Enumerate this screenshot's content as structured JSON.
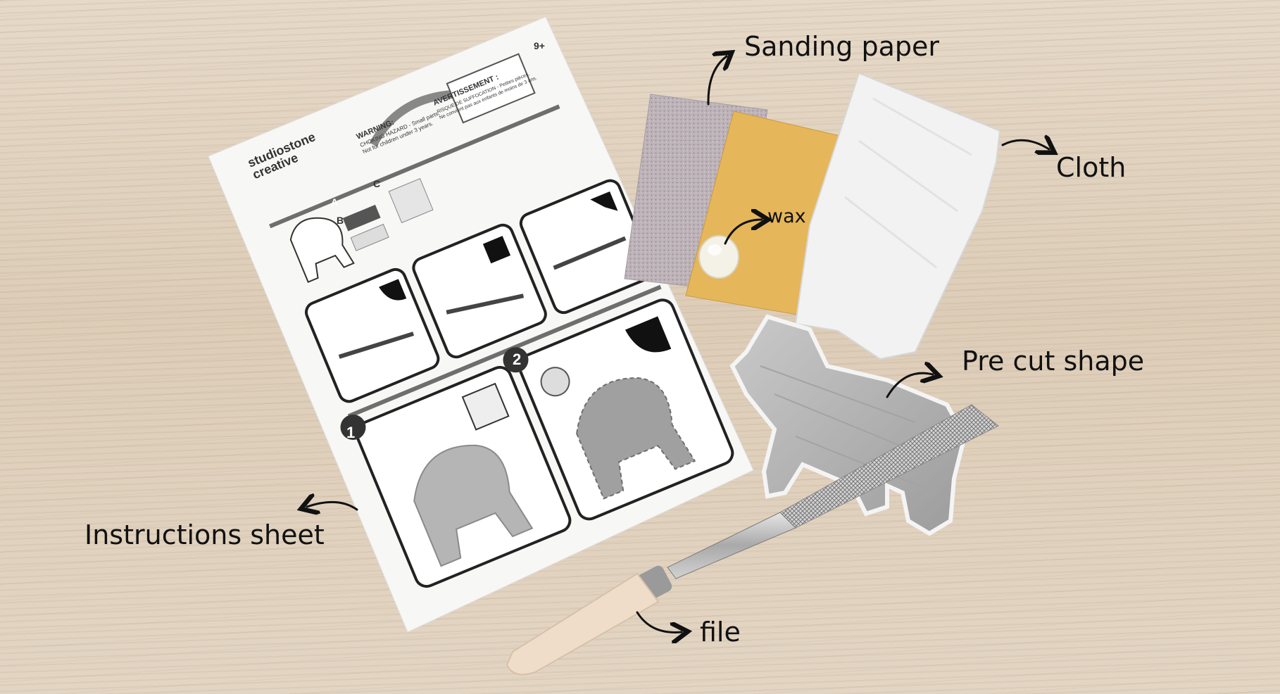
{
  "labels": {
    "sanding_paper": "Sanding paper",
    "cloth": "Cloth",
    "wax": "wax",
    "pre_cut_shape": "Pre cut shape",
    "instructions_sheet": "Instructions sheet",
    "file": "file"
  },
  "sheet": {
    "brand_line1": "studiostone",
    "brand_line2": "creative",
    "age": "9+",
    "warning_title": "WARNING:",
    "warning_line1": "CHOKING HAZARD - Small parts.",
    "warning_line2": "Not for children under 3 years.",
    "avertissement_title": "AVERTISSEMENT :",
    "avertissement_line1": "RISQUE DE SUFFOCATION - Petites pièces.",
    "avertissement_line2": "Ne convient pas aux enfants de moins de 3 ans.",
    "part_a": "A",
    "part_b": "B",
    "part_c": "C",
    "step_1": "1",
    "step_2": "2"
  },
  "colors": {
    "background_wood": "#e2d4c1",
    "sheet": "#f7f7f5",
    "sandpaper_grey": "#b7aeb3",
    "sandpaper_yellow": "#e6b65a",
    "cloth": "#f2f2f2",
    "stone": "#b9b9b9",
    "handle": "#f0ddc9",
    "label_text": "#111111"
  }
}
